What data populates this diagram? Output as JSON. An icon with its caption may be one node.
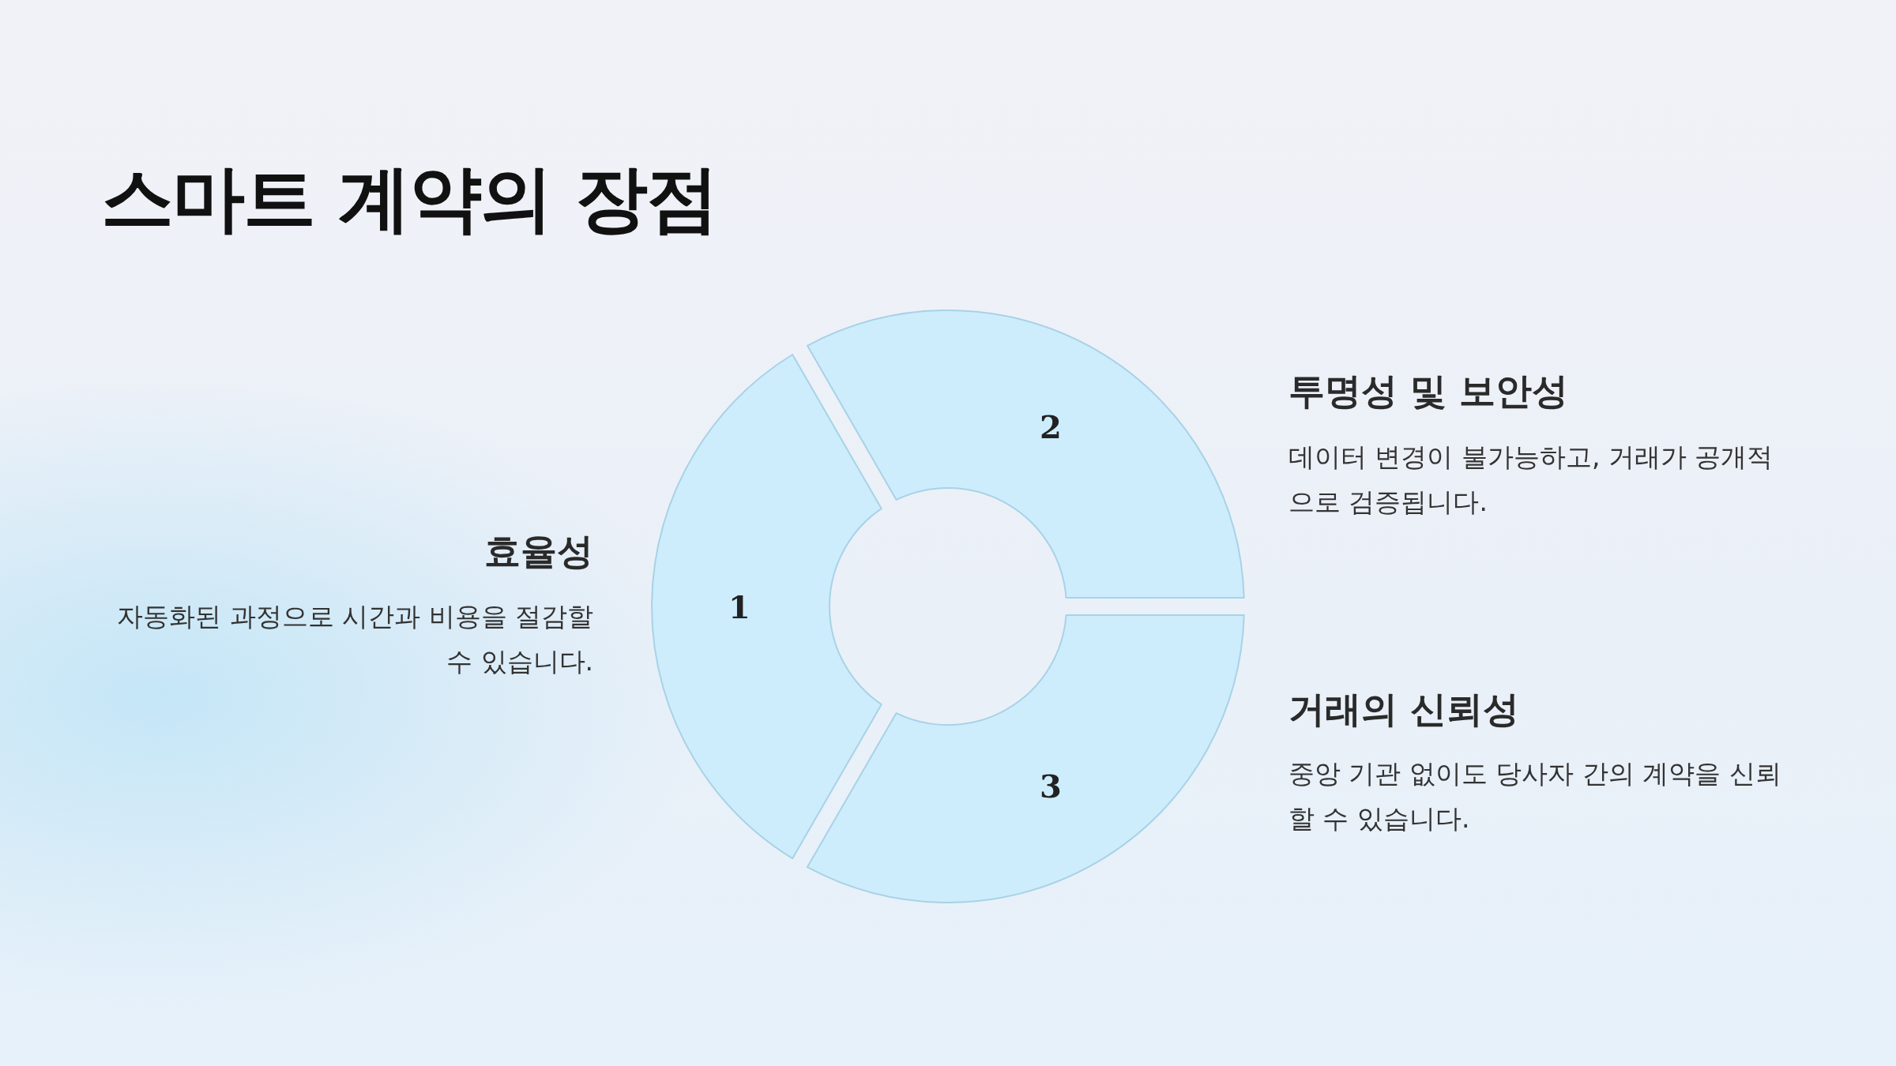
{
  "diagram": {
    "title": "스마트 계약의 장점",
    "nodes": [
      {
        "text": [
          "1"
        ]
      },
      {
        "text": [
          "2"
        ]
      },
      {
        "text": [
          "3"
        ]
      }
    ],
    "labels": [
      "효율성",
      "자동화된 과정으로 시간과 비용을 절감할 수 있습니다.",
      "투명성 및 보안성",
      "데이터 변경이 불가능하고, 거래가 공개적으로 검증됩니다.",
      "거래의 신뢰성",
      "중앙 기관 없이도 당사자 간의 계약을 신뢰할 수 있습니다."
    ]
  }
}
